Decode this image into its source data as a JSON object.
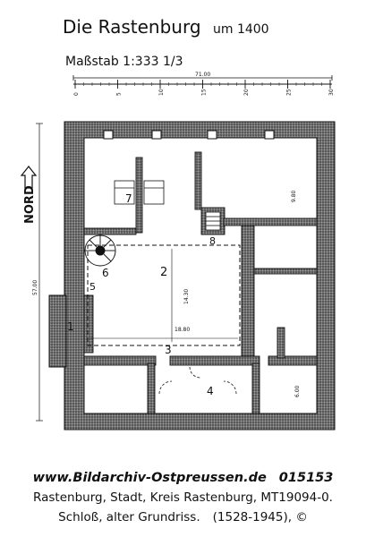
{
  "plan": {
    "title": "Die Rastenburg",
    "title_suffix": "um 1400",
    "scale_label": "Maßstab 1:333 1/3",
    "ruler_total": "71.00",
    "ruler_ticks": [
      "0",
      "5",
      "10",
      "15",
      "20",
      "25",
      "30"
    ],
    "north_label": "NORD",
    "dim_left": "57.00",
    "dim_room2_width": "18.80",
    "dim_room2_height": "14.30",
    "dim_ne_room": "9.80",
    "dim_se_room": "6.00",
    "room_numbers": [
      "1",
      "2",
      "3",
      "4",
      "5",
      "6",
      "7",
      "8"
    ]
  },
  "caption": {
    "source_url": "www.Bildarchiv-Ostpreussen.de",
    "image_number": "015153",
    "line2": "Rastenburg, Stadt, Kreis Rastenburg, MT19094-0.",
    "line3_description": "Schloß, alter Grundriss.",
    "line3_years": "(1528-1945), ©"
  },
  "colors": {
    "ink": "#111111",
    "wall_hatch": "#555555",
    "background": "#ffffff"
  }
}
